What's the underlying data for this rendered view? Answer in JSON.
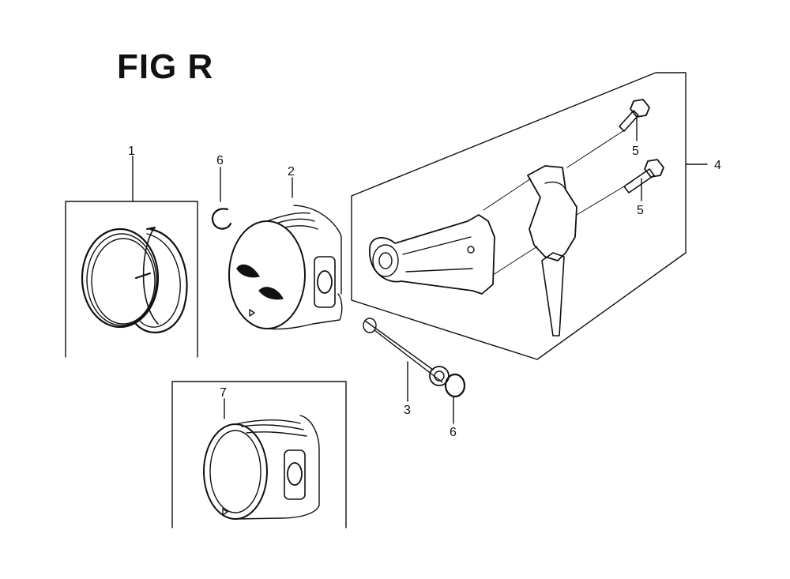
{
  "figure": {
    "title": "FIG R"
  },
  "callouts": {
    "piston_ring_set": "1",
    "piston": "2",
    "piston_pin": "3",
    "connecting_rod_assembly": "4",
    "rod_bolt_upper": "5",
    "rod_bolt_lower": "5",
    "pin_clip_upper": "6",
    "pin_clip_lower": "6",
    "oversize_piston": "7"
  },
  "colors": {
    "ink": "#111111",
    "paper": "#ffffff"
  }
}
